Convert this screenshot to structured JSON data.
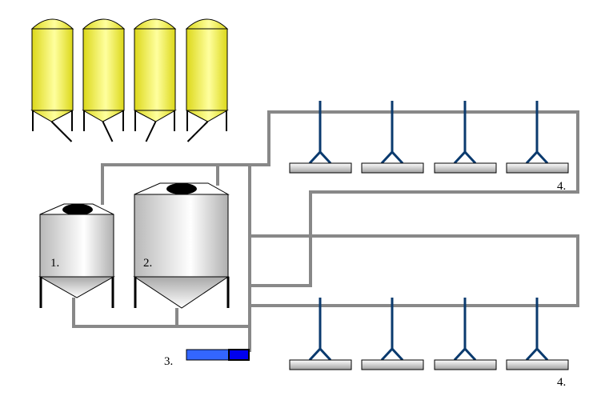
{
  "diagram": {
    "title": "",
    "labels": {
      "tank1": "1.",
      "tank2": "2.",
      "pump": "3.",
      "outlets_top": "4.",
      "outlets_bottom": "4."
    },
    "silos": [
      {
        "id": "silo-1"
      },
      {
        "id": "silo-2"
      },
      {
        "id": "silo-3"
      },
      {
        "id": "silo-4"
      }
    ],
    "outlets_top_count": 4,
    "outlets_bottom_count": 4,
    "colors": {
      "silo_fill": "#e8e62a",
      "silo_highlight": "#ffff9e",
      "pipe": "#888888",
      "tank_fill": "#c8c8c8",
      "tank_highlight": "#ffffff",
      "feeder": "#0a3a6e",
      "pump_light": "#3366ff",
      "pump_dark": "#0000ee"
    }
  }
}
